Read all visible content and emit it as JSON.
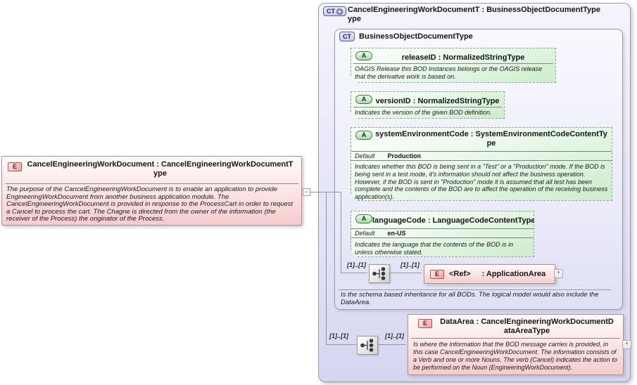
{
  "left_element": {
    "badge": "E",
    "title_line1": "CancelEngineeringWorkDocument : CancelEngineeringWorkDocumentT",
    "title_line2": "ype",
    "description": "The purpose of the CancelEngineeringWorkDocument is to enable an application to provide EngineeringWorkDocument from another business application module. The CancelEngineeringWorkDocument is provided in response to the ProcessCart in order to request a Cancel to process the cart. The Chagne is directed from the owner of the information (the receiver of the Process) the originator of the Process."
  },
  "collapse_toggle": "−",
  "outer_type": {
    "badge": "CT",
    "title_line1": "CancelEngineeringWorkDocumentT : BusinessObjectDocumentType",
    "title_line2": "ype"
  },
  "base_type": {
    "badge": "CT",
    "title": "BusinessObjectDocumentType",
    "attributes": [
      {
        "badge": "A",
        "title": "releaseID : NormalizedStringType",
        "description": "OAGIS Release this BOD Instances belongs or the OAGIS release that the derivative work is based on."
      },
      {
        "badge": "A",
        "title": "versionID : NormalizedStringType",
        "description": "Indicates the version of the given BOD definition."
      },
      {
        "badge": "A",
        "title_line1": "systemEnvironmentCode : SystemEnvironmentCodeContentTy",
        "title_line2": "pe",
        "default_label": "Default",
        "default_value": "Production",
        "description": "Indicates whether this BOD is being sent in a \"Test\" or a \"Production\" mode. If the BOD is being sent in a test mode, it's information should not affect the business operation. However, if the BOD is sent in \"Production\" mode it is assumed that all test has been complete and the contents of the BOD are to affect the operation of the receiving business application(s)."
      },
      {
        "badge": "A",
        "title": "languageCode : LanguageCodeContentType",
        "default_label": "Default",
        "default_value": "en-US",
        "description": "Indicates the language that the contents of the BOD is in unless otherwise stated."
      }
    ],
    "application_area_row": {
      "mult_left": "[1]..[1]",
      "mult_right": "[1]..[1]",
      "element": {
        "badge": "E",
        "name": "<Ref>",
        "type": ": ApplicationArea"
      },
      "expand_toggle": "+"
    },
    "footer": "Is the schema based inheritance for all BODs. The logical model would also include the DataArea."
  },
  "data_area_row": {
    "mult_left": "[1]..[1]",
    "mult_right": "[1]..[1]",
    "element": {
      "badge": "E",
      "title_line1": "DataArea : CancelEngineeringWorkDocumentD",
      "title_line2": "ataAreaType",
      "description": "Is where the information that the BOD message carries is provided, in this case CancelEngineeringWorkDocument. The information consists of a Verb and one or more Nouns. The verb (Cancel) indicates the action to be performed on the Noun (EngineeringWorkDocument)."
    },
    "expand_toggle": "+"
  },
  "colors": {
    "element_fill": "#f5cccc",
    "element_border": "#b29292",
    "attribute_fill": "#cdeccd",
    "attribute_border": "#8aa88a",
    "complextype_fill": "#d6d6f2",
    "container_border": "#9a9aa8"
  }
}
